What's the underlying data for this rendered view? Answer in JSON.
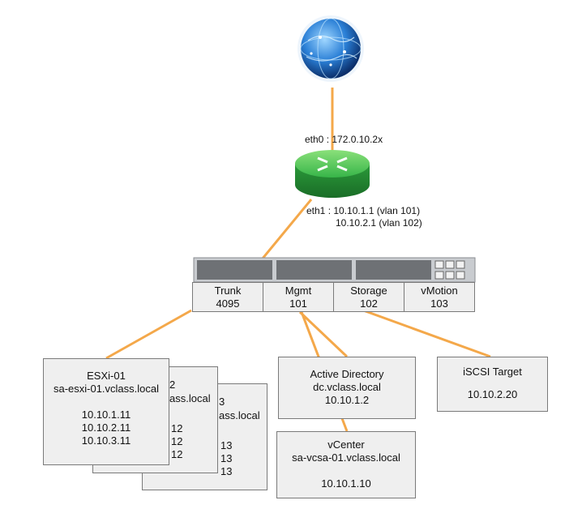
{
  "router": {
    "eth0": "eth0 : 172.0.10.2x",
    "eth1_line1": "eth1 : 10.10.1.1 (vlan 101)",
    "eth1_line2": "10.10.2.1 (vlan 102)"
  },
  "switch_ports": [
    {
      "name": "Trunk",
      "id": "4095"
    },
    {
      "name": "Mgmt",
      "id": "101"
    },
    {
      "name": "Storage",
      "id": "102"
    },
    {
      "name": "vMotion",
      "id": "103"
    }
  ],
  "esxi_back2": {
    "frag_title": "3",
    "frag_host": "ass.local",
    "ips": [
      "13",
      "13",
      "13"
    ]
  },
  "esxi_back1": {
    "frag_title": "2",
    "frag_host": "ass.local",
    "ips": [
      "12",
      "12",
      "12"
    ]
  },
  "esxi_front": {
    "title": "ESXi-01",
    "host": "sa-esxi-01.vclass.local",
    "ips": [
      "10.10.1.11",
      "10.10.2.11",
      "10.10.3.11"
    ]
  },
  "active_directory": {
    "title": "Active Directory",
    "host": "dc.vclass.local",
    "ip": "10.10.1.2"
  },
  "vcenter": {
    "title": "vCenter",
    "host": "sa-vcsa-01.vclass.local",
    "ip": "10.10.1.10"
  },
  "iscsi": {
    "title": "iSCSI Target",
    "ip": "10.10.2.20"
  },
  "colors": {
    "link": "#f4a84a",
    "router": "#37b549",
    "globe": "#1a5fb4"
  }
}
